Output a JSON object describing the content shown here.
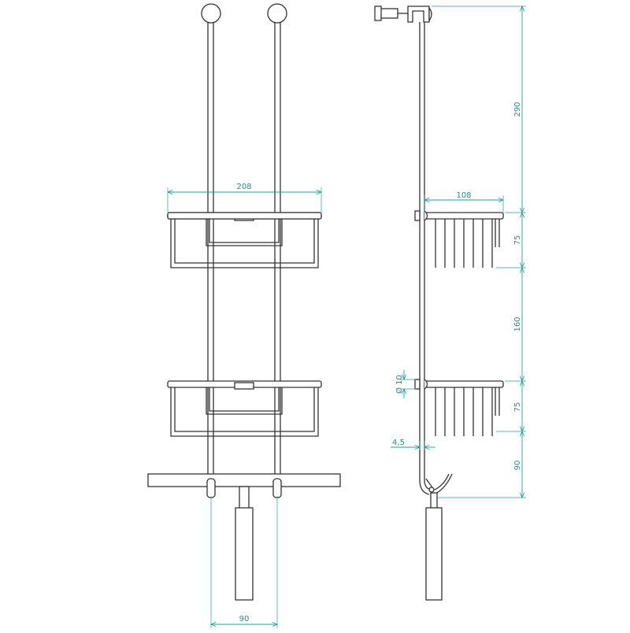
{
  "dimensions": {
    "front_width": "208",
    "front_spacing": "90",
    "side_depth": "108",
    "side_height_top": "290",
    "side_basket_top": "75",
    "side_gap": "160",
    "side_basket_bottom": "75",
    "side_hook": "90",
    "diameter": "Ø 10",
    "thickness": "4,5"
  },
  "colors": {
    "line": "#333333",
    "dimension": "#2a9a9a"
  }
}
